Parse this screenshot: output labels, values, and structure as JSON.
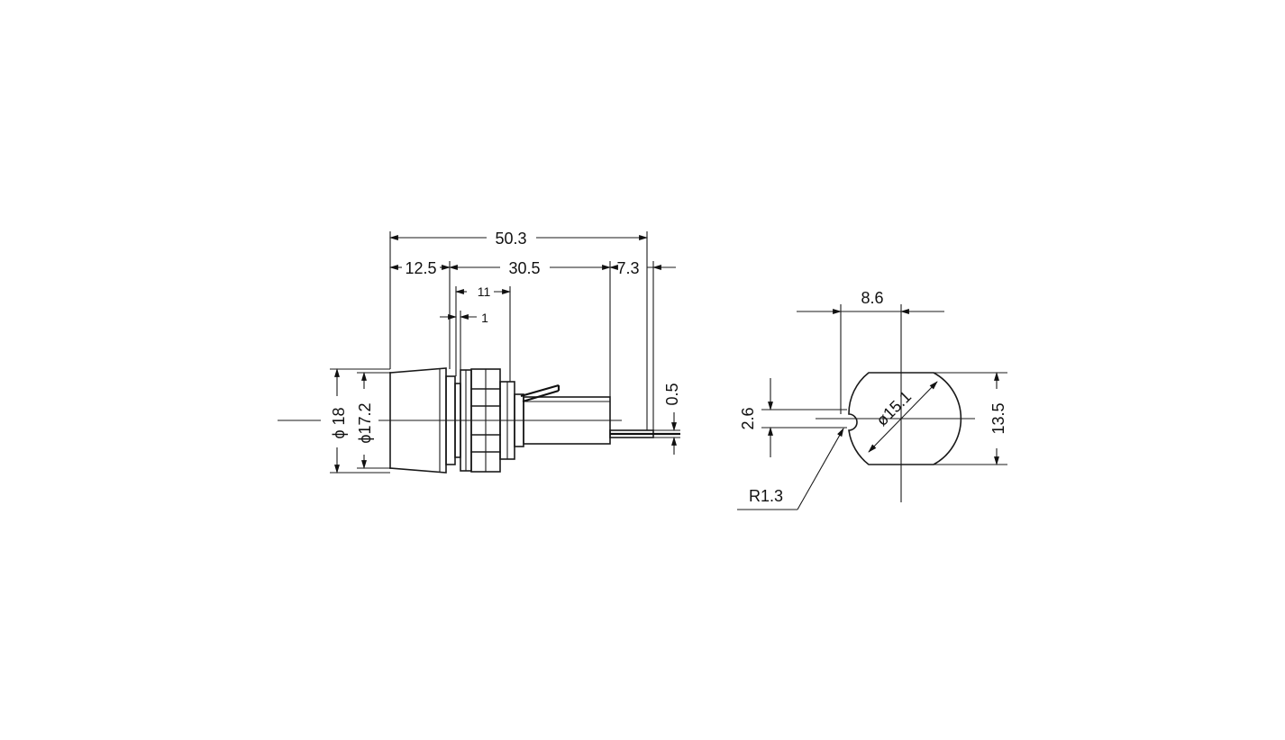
{
  "colors": {
    "ink": "#111111",
    "paper": "#ffffff"
  },
  "side_view": {
    "overall_length": "50.3",
    "cap_length": "12.5",
    "body_length": "30.5",
    "terminal_length": "7.3",
    "nut_width": "11",
    "flange_width": "1",
    "terminal_thickness": "0.5",
    "outer_diameter": "ϕ 18",
    "cap_diameter": "ϕ17.2"
  },
  "panel_cutout": {
    "flat_offset": "8.6",
    "hole_diameter": "ø15.1",
    "flat_height": "13.5",
    "key_width": "2.6",
    "key_radius": "R1.3"
  }
}
